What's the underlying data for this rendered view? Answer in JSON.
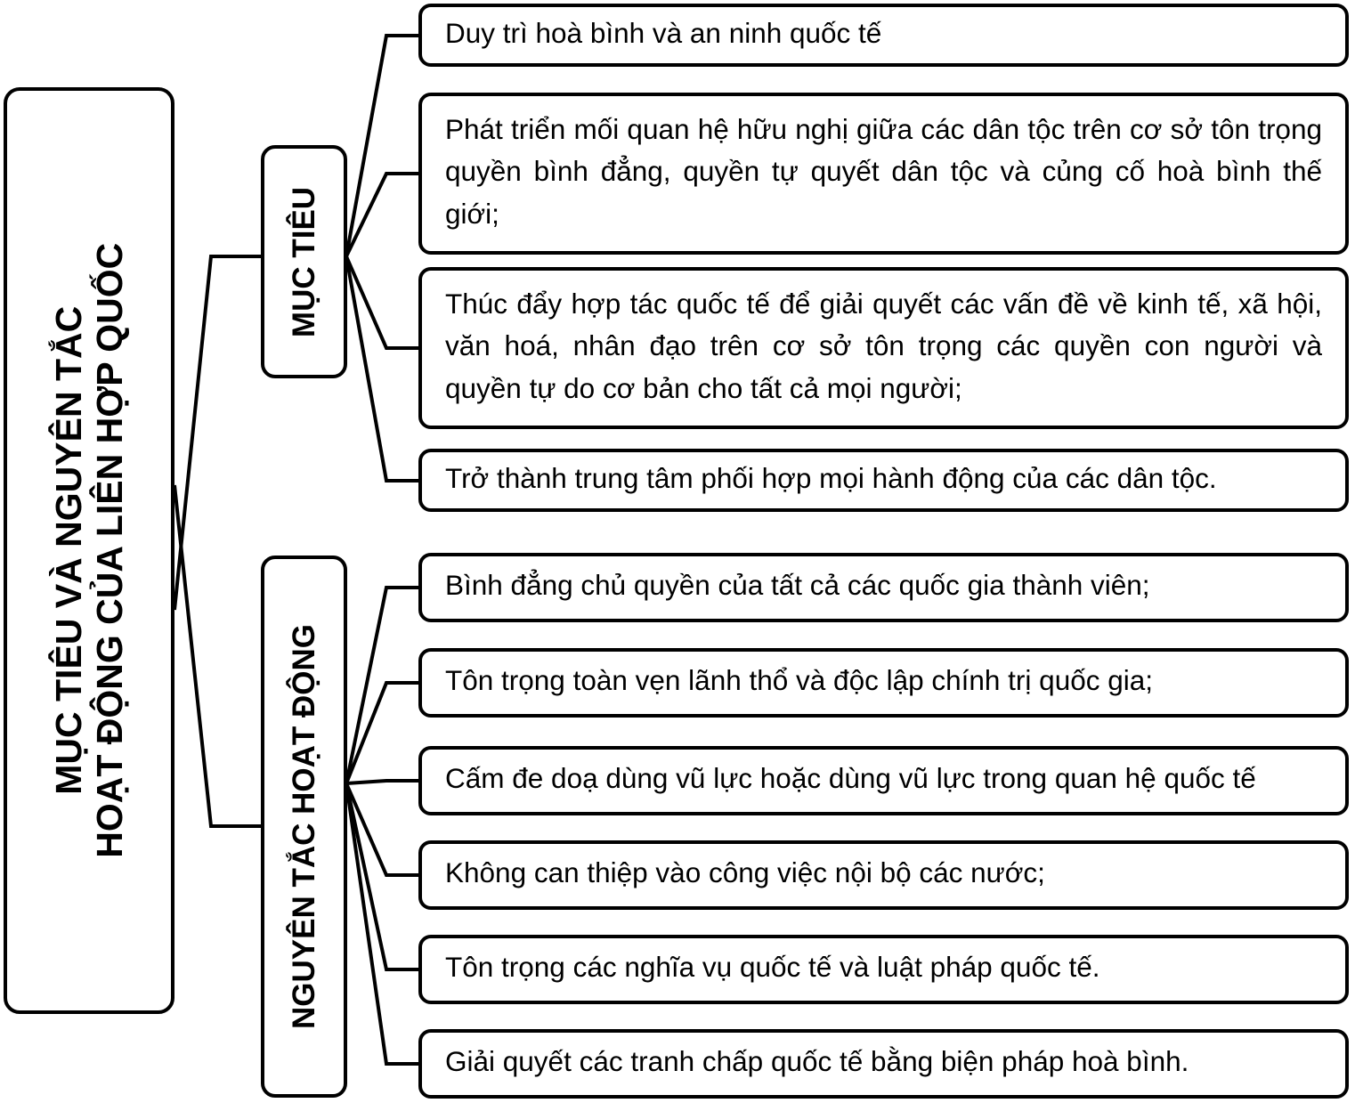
{
  "diagram": {
    "type": "mind-map",
    "root": {
      "label_lines": [
        "MỤC TIÊU VÀ NGUYÊN TẮC",
        "HOẠT ĐỘNG CỦA LIÊN HỢP QUỐC"
      ]
    },
    "branches": [
      {
        "id": "goals",
        "label": "MỤC TIÊU",
        "items": [
          "Duy trì hoà bình và an ninh quốc tế",
          "Phát triển mối quan hệ hữu nghị giữa các dân tộc trên cơ sở tôn trọng quyền bình đẳng, quyền tự quyết dân tộc và củng cố hoà bình thế giới;",
          "Thúc đẩy hợp tác quốc tế để giải quyết các vấn đề về kinh tế, xã hội, văn hoá, nhân đạo trên cơ sở tôn trọng các quyền con người và quyền tự do cơ bản cho tất cả mọi người;",
          "Trở thành trung tâm phối hợp mọi hành động của các dân tộc."
        ]
      },
      {
        "id": "principles",
        "label": "NGUYÊN TẮC HOẠT ĐỘNG",
        "items": [
          "Bình đẳng chủ quyền của tất cả các quốc gia thành viên;",
          "Tôn trọng toàn vẹn lãnh thổ và độc lập chính trị quốc gia;",
          "Cấm đe doạ dùng vũ lực hoặc dùng vũ lực trong quan hệ quốc tế",
          "Không can thiệp vào công việc nội bộ các nước;",
          "Tôn trọng các nghĩa vụ quốc tế và luật pháp quốc tế.",
          "Giải quyết các tranh chấp quốc tế bằng biện pháp hoà bình."
        ]
      }
    ],
    "colors": {
      "stroke": "#000000",
      "background": "#ffffff",
      "text": "#000000"
    }
  }
}
